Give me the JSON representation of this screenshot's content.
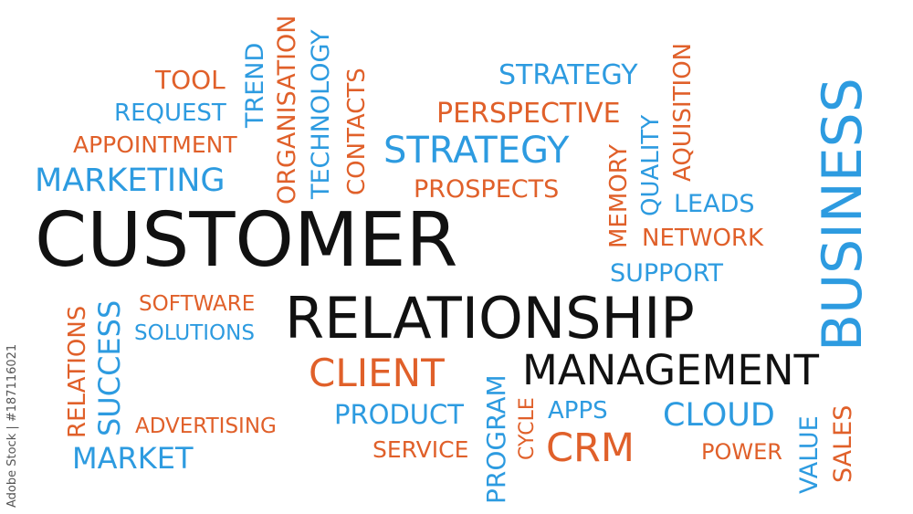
{
  "colors": {
    "orange": "#e0602a",
    "blue": "#2d9be0",
    "black": "#111111",
    "background": "#ffffff"
  },
  "words": {
    "customer": "CUSTOMER",
    "relationship": "RELATIONSHIP",
    "management": "MANAGEMENT",
    "business": "BUSINESS",
    "tool": "TOOL",
    "request": "REQUEST",
    "appointment": "APPOINTMENT",
    "marketing": "MARKETING",
    "trend": "TREND",
    "organisation": "ORGANISATION",
    "technology": "TECHNOLOGY",
    "contacts": "CONTACTS",
    "strategy_small": "STRATEGY",
    "perspective": "PERSPECTIVE",
    "strategy_large": "STRATEGY",
    "prospects": "PROSPECTS",
    "memory": "MEMORY",
    "quality": "QUALITY",
    "aquisition": "AQUISITION",
    "leads": "LEADS",
    "network": "NETWORK",
    "support": "SUPPORT",
    "relations": "RELATIONS",
    "success": "SUCCESS",
    "software": "SOFTWARE",
    "solutions": "SOLUTIONS",
    "advertising": "ADVERTISING",
    "market": "MARKET",
    "client": "CLIENT",
    "product": "PRODUCT",
    "service": "SERVICE",
    "program": "PROGRAM",
    "cycle": "CYCLE",
    "apps": "APPS",
    "crm": "CRM",
    "cloud": "CLOUD",
    "power": "POWER",
    "value": "VALUE",
    "sales": "SALES"
  },
  "watermark": "Adobe Stock | #187116021"
}
